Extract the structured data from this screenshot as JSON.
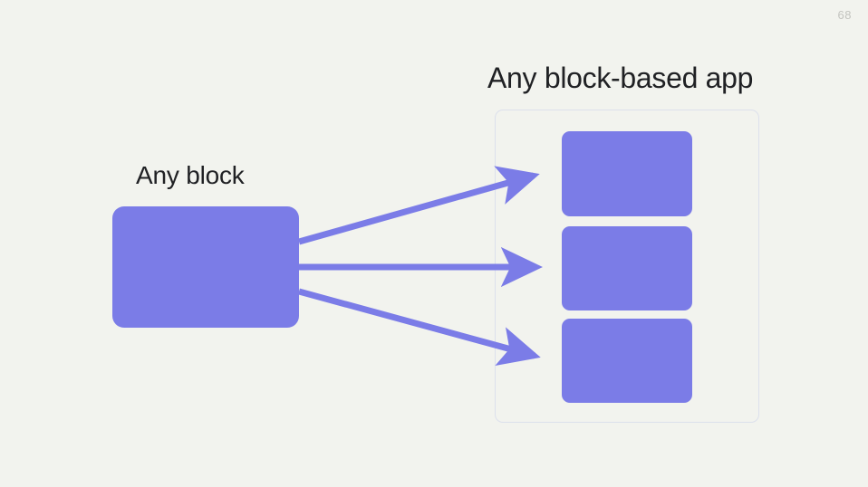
{
  "slide": {
    "page_number": "68",
    "background_color": "#f2f3ee",
    "accent_color": "#7b7ce7",
    "container_border_color": "#dce0ec",
    "text_color": "#202124",
    "page_number_color": "#c3c4bf"
  },
  "diagram": {
    "type": "flow",
    "source": {
      "label": "Any block",
      "shape": "rounded-rectangle",
      "fill": "#7b7ce7"
    },
    "target_group": {
      "label": "Any block-based app",
      "shape": "rounded-rectangle-outline",
      "border": "#dce0ec",
      "blocks": [
        {
          "name": "block-1",
          "fill": "#7b7ce7"
        },
        {
          "name": "block-2",
          "fill": "#7b7ce7"
        },
        {
          "name": "block-3",
          "fill": "#7b7ce7"
        }
      ]
    },
    "connectors": [
      {
        "name": "arrow-to-block-1",
        "from": "source",
        "to": "block-1",
        "direction": "up-right",
        "color": "#7b7ce7"
      },
      {
        "name": "arrow-to-block-2",
        "from": "source",
        "to": "block-2",
        "direction": "right",
        "color": "#7b7ce7"
      },
      {
        "name": "arrow-to-block-3",
        "from": "source",
        "to": "block-3",
        "direction": "down-right",
        "color": "#7b7ce7"
      }
    ]
  }
}
